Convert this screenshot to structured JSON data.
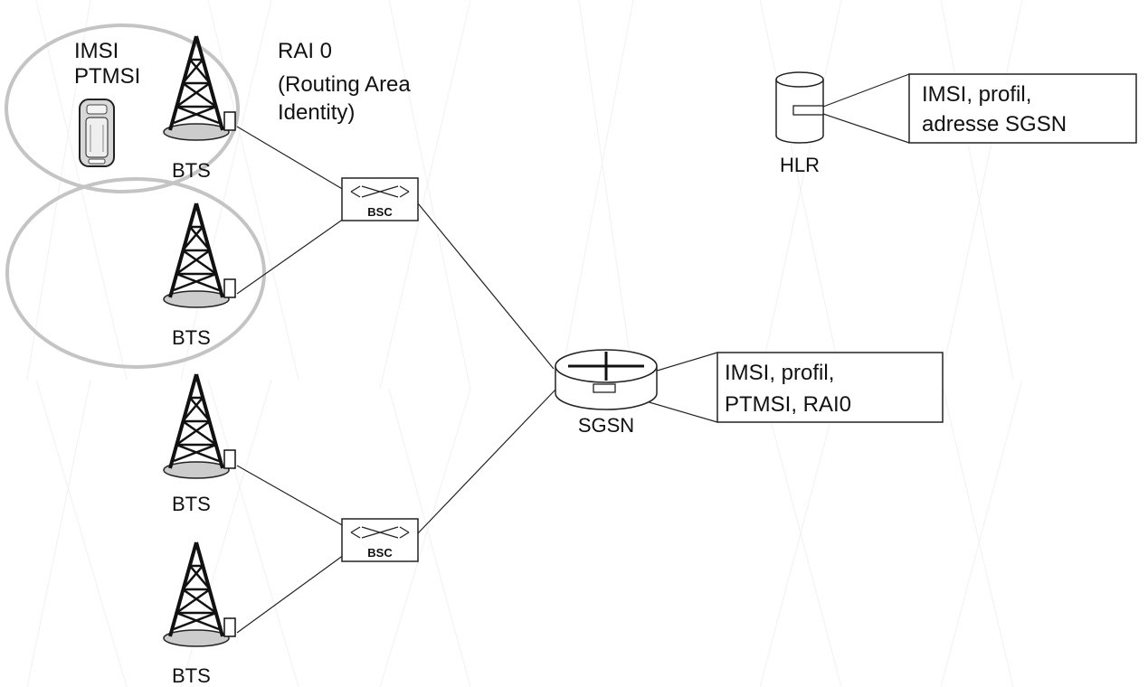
{
  "ra_label": {
    "line1": "RAI 0",
    "line2": "(Routing Area",
    "line3": "Identity)"
  },
  "mobile_ids": {
    "line1": "IMSI",
    "line2": "PTMSI"
  },
  "bts_label": "BTS",
  "bsc_label": "BSC",
  "sgsn": {
    "label": "SGSN",
    "record": {
      "line1": "IMSI, profil,",
      "line2": "PTMSI, RAI0"
    }
  },
  "hlr": {
    "label": "HLR",
    "record": {
      "line1": "IMSI, profil,",
      "line2": "adresse SGSN"
    }
  },
  "colors": {
    "cell_outline": "#c4c4c4",
    "line": "#222222",
    "ground": "#cccccc"
  }
}
